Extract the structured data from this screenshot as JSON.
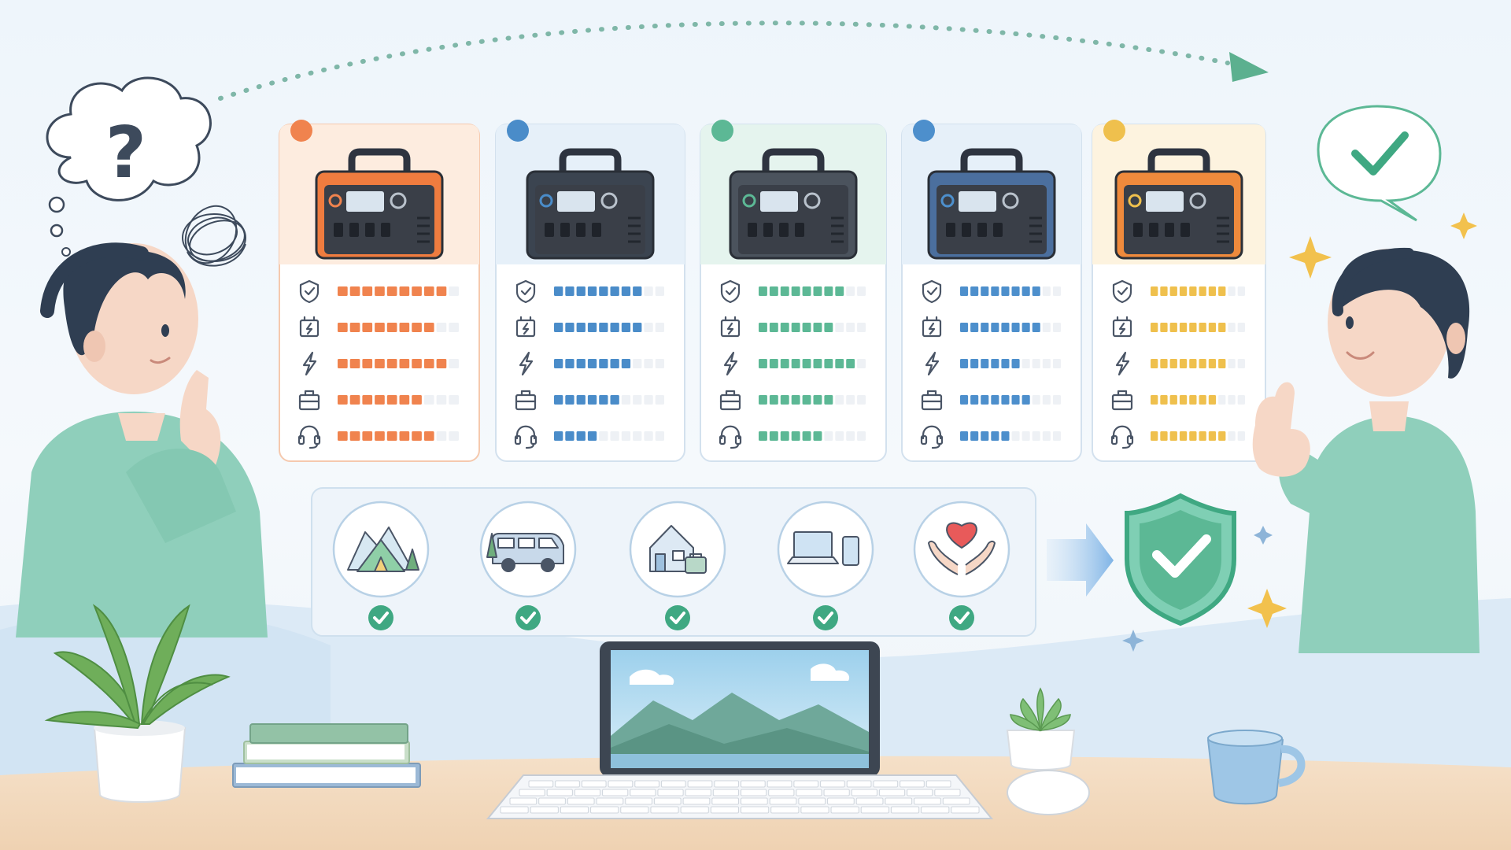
{
  "colors": {
    "bg": "#eef5fb",
    "orange": "#f0834e",
    "blue": "#4a8cc9",
    "green": "#5cb895",
    "steel": "#4d8fcc",
    "yellow": "#efc04d",
    "check": "#3fa882",
    "shirt": "#8fcfbb",
    "hair": "#2f3e52",
    "desk": "#f3dcc2"
  },
  "products": [
    {
      "accent": "#f0834e",
      "body": "#ef7c3f",
      "tint": "#fdecdf",
      "ratings": [
        0.88,
        0.8,
        0.88,
        0.66,
        0.8
      ]
    },
    {
      "accent": "#4a8cc9",
      "body": "#3b4450",
      "tint": "#e6f0f9",
      "ratings": [
        0.8,
        0.8,
        0.74,
        0.58,
        0.44
      ]
    },
    {
      "accent": "#5cb895",
      "body": "#4b535d",
      "tint": "#e5f4ee",
      "ratings": [
        0.76,
        0.72,
        0.86,
        0.74,
        0.58
      ]
    },
    {
      "accent": "#4d8fcc",
      "body": "#4b6f9e",
      "tint": "#e6f0f9",
      "ratings": [
        0.8,
        0.78,
        0.6,
        0.74,
        0.46
      ]
    },
    {
      "accent": "#efc04d",
      "body": "#ef8a3c",
      "tint": "#fdf3df",
      "ratings": [
        0.76,
        0.76,
        0.76,
        0.66,
        0.8
      ]
    }
  ],
  "criteria_icons": [
    "shield-icon",
    "battery-icon",
    "lightning-icon",
    "toolbox-icon",
    "headset-icon"
  ],
  "use_cases": [
    {
      "icon": "camping-tent-icon",
      "checked": true
    },
    {
      "icon": "camper-van-icon",
      "checked": true
    },
    {
      "icon": "home-backup-icon",
      "checked": true
    },
    {
      "icon": "laptop-phone-icon",
      "checked": true
    },
    {
      "icon": "heart-hands-icon",
      "checked": true
    }
  ],
  "result_icons": [
    "speech-checkmark-icon",
    "shield-check-icon"
  ]
}
